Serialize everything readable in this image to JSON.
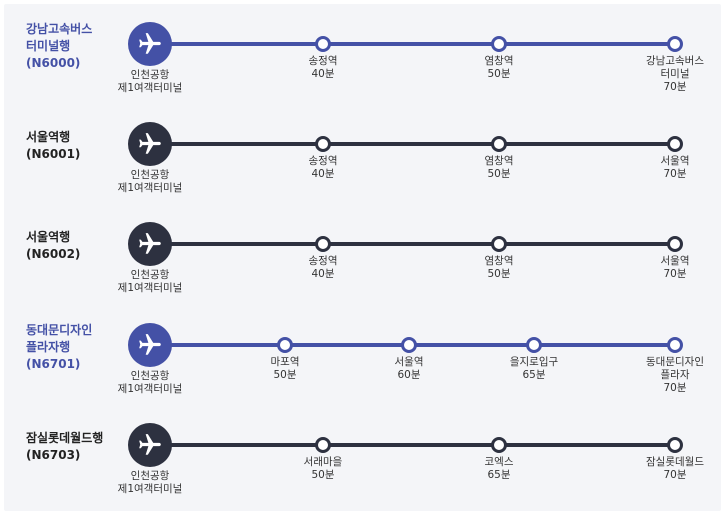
{
  "colors": {
    "blue": "#4451a6",
    "dark": "#2d3140",
    "text": "#333333",
    "panel": "#f4f5f8"
  },
  "start_icon": "airplane-icon",
  "routes": [
    {
      "title_lines": [
        "강남고속버스",
        "터미널행",
        "(N6000)"
      ],
      "accent": "blue",
      "start_lines": [
        "인천공항",
        "제1여객터미널"
      ],
      "stops": [
        {
          "name_lines": [
            "송정역"
          ],
          "time": "40분"
        },
        {
          "name_lines": [
            "염창역"
          ],
          "time": "50분"
        },
        {
          "name_lines": [
            "강남고속버스",
            "터미널"
          ],
          "time": "70분"
        }
      ]
    },
    {
      "title_lines": [
        "서울역행",
        "(N6001)"
      ],
      "accent": "dark",
      "start_lines": [
        "인천공항",
        "제1여객터미널"
      ],
      "stops": [
        {
          "name_lines": [
            "송정역"
          ],
          "time": "40분"
        },
        {
          "name_lines": [
            "염창역"
          ],
          "time": "50분"
        },
        {
          "name_lines": [
            "서울역"
          ],
          "time": "70분"
        }
      ]
    },
    {
      "title_lines": [
        "서울역행",
        "(N6002)"
      ],
      "accent": "dark",
      "start_lines": [
        "인천공항",
        "제1여객터미널"
      ],
      "stops": [
        {
          "name_lines": [
            "송정역"
          ],
          "time": "40분"
        },
        {
          "name_lines": [
            "염창역"
          ],
          "time": "50분"
        },
        {
          "name_lines": [
            "서울역"
          ],
          "time": "70분"
        }
      ]
    },
    {
      "title_lines": [
        "동대문디자인",
        "플라자행",
        "(N6701)"
      ],
      "accent": "blue",
      "start_lines": [
        "인천공항",
        "제1여객터미널"
      ],
      "stops": [
        {
          "name_lines": [
            "마포역"
          ],
          "time": "50분"
        },
        {
          "name_lines": [
            "서울역"
          ],
          "time": "60분"
        },
        {
          "name_lines": [
            "을지로입구"
          ],
          "time": "65분"
        },
        {
          "name_lines": [
            "동대문디자인",
            "플라자"
          ],
          "time": "70분"
        }
      ]
    },
    {
      "title_lines": [
        "잠실롯데월드행",
        "(N6703)"
      ],
      "accent": "dark",
      "start_lines": [
        "인천공항",
        "제1여객터미널"
      ],
      "stops": [
        {
          "name_lines": [
            "서래마을"
          ],
          "time": "50분"
        },
        {
          "name_lines": [
            "코엑스"
          ],
          "time": "65분"
        },
        {
          "name_lines": [
            "잠실롯데월드"
          ],
          "time": "70분"
        }
      ]
    }
  ]
}
